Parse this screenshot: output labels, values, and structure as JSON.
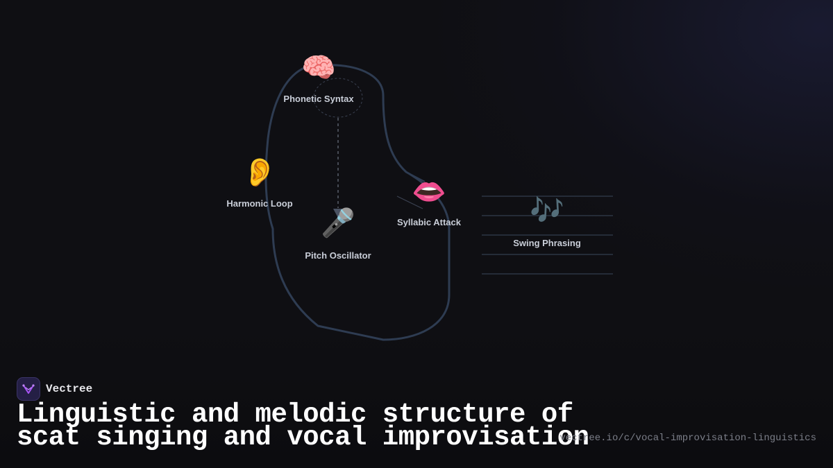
{
  "brand": {
    "name": "Vectree",
    "logo_icon": "vectree-logo-icon",
    "accent_color": "#a855f7"
  },
  "title": {
    "line1": "Linguistic and melodic structure of",
    "line2": "scat singing and vocal improvisation"
  },
  "url": "vectree.io/c/vocal-improvisation-linguistics",
  "diagram": {
    "nodes": [
      {
        "id": "phonetic-syntax",
        "label": "Phonetic Syntax",
        "icon": "brain-icon",
        "glyph": "🧠"
      },
      {
        "id": "harmonic-loop",
        "label": "Harmonic Loop",
        "icon": "ear-icon",
        "glyph": "👂"
      },
      {
        "id": "pitch-oscillator",
        "label": "Pitch Oscillator",
        "icon": "microphone-icon",
        "glyph": "🎤"
      },
      {
        "id": "syllabic-attack",
        "label": "Syllabic Attack",
        "icon": "mouth-icon",
        "glyph": "👄"
      },
      {
        "id": "swing-phrasing",
        "label": "Swing Phrasing",
        "icon": "musical-notes-icon",
        "glyph": "🎶"
      }
    ],
    "colors": {
      "outline": "#2e3c52",
      "label": "#c9ced8"
    }
  }
}
